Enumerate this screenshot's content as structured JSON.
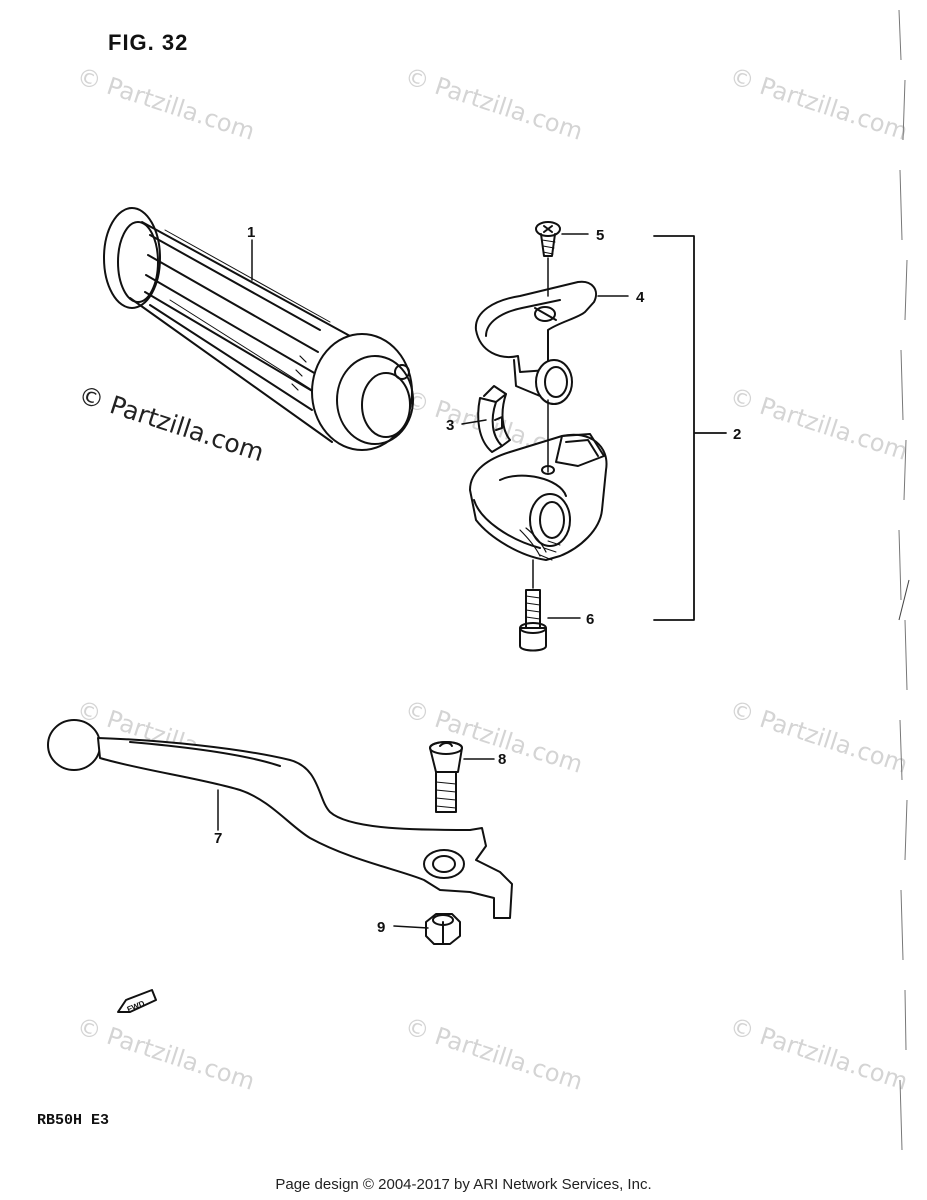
{
  "figure_title": "FIG. 32",
  "model_code": "RB50H E3",
  "footer": "Page design © 2004-2017 by ARI Network Services, Inc.",
  "watermark": "© Partzilla.com",
  "callouts": [
    "1",
    "2",
    "3",
    "4",
    "5",
    "6",
    "7",
    "8",
    "9"
  ],
  "fwd_label": "FWD"
}
